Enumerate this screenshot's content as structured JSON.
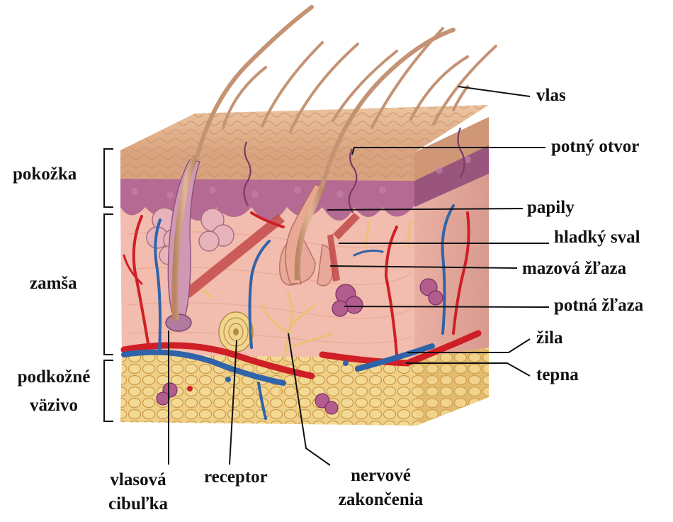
{
  "labels": {
    "hair": "vlas",
    "sweat_pore": "potný otvor",
    "papillae": "papily",
    "smooth_muscle": "hladký sval",
    "sebaceous_gland": "mazová žľaza",
    "sweat_gland": "potná žľaza",
    "vein": "žila",
    "artery": "tepna",
    "epidermis": "pokožka",
    "dermis": "zamša",
    "hypodermis_line1": "podkožné",
    "hypodermis_line2": "väzivo",
    "hair_bulb_line1": "vlasová",
    "hair_bulb_line2": "cibuľka",
    "receptor": "receptor",
    "nerve_endings_line1": "nervové",
    "nerve_endings_line2": "zakončenia"
  },
  "colors": {
    "epidermis_top": "#e6b78f",
    "epidermis_band": "#a95a86",
    "dermis": "#f2b8aa",
    "hypodermis": "#e8c98a",
    "fat": "#f1d58e",
    "artery": "#d21f26",
    "vein": "#2d62a8",
    "hair": "#c9997a",
    "nerve": "#f3d28a",
    "line": "#111111"
  }
}
